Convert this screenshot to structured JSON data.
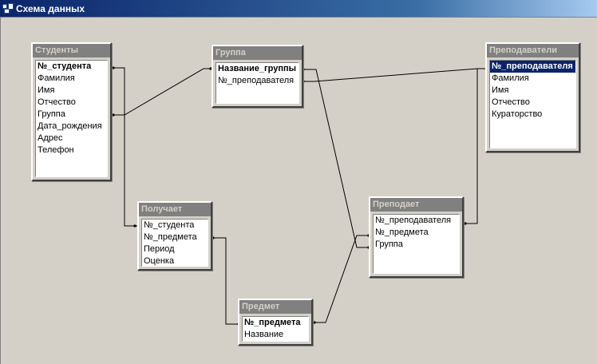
{
  "window": {
    "title": "Схема данных",
    "icon": "relationships-icon"
  },
  "tables": {
    "students": {
      "title": "Студенты",
      "fields": [
        "№_студента",
        "Фамилия",
        "Имя",
        "Отчество",
        "Группа",
        "Дата_рождения",
        "Адрес",
        "Телефон"
      ]
    },
    "group": {
      "title": "Группа",
      "fields": [
        "Название_группы",
        "№_преподавателя"
      ]
    },
    "teachers": {
      "title": "Преподаватели",
      "fields": [
        "№_преподавателя",
        "Фамилия",
        "Имя",
        "Отчество",
        "Кураторство"
      ]
    },
    "receives": {
      "title": "Получает",
      "fields": [
        "№_студента",
        "№_предмета",
        "Период",
        "Оценка"
      ]
    },
    "teaches": {
      "title": "Преподает",
      "fields": [
        "№_преподавателя",
        "№_предмета",
        "Группа"
      ]
    },
    "subject": {
      "title": "Предмет",
      "fields": [
        "№_предмета",
        "Название"
      ]
    }
  },
  "colors": {
    "title_bar": "#0a246a",
    "header": "#808080",
    "selection": "#0a246a",
    "background": "#d4d0c8"
  }
}
